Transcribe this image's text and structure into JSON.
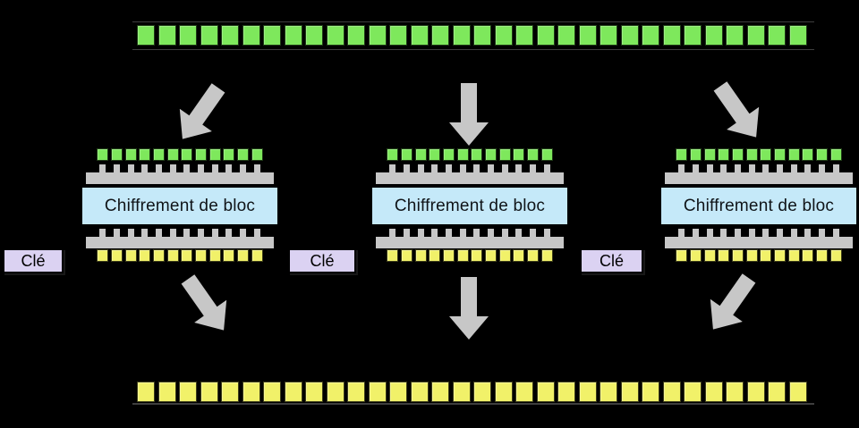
{
  "colors": {
    "background": "#000000",
    "bit_green": "#7EE85C",
    "bit_yellow": "#F1F169",
    "cipher_box_blue": "#C5E9F9",
    "key_box_lavender": "#DBD2F2",
    "connector_gray": "#C7C7C7",
    "strip_line_gray": "#3E3E3E"
  },
  "plaintext_row": {
    "bit_count": 32
  },
  "ciphertext_row": {
    "bit_count": 32
  },
  "blocks": [
    {
      "cipher_label": "Chiffrement de bloc",
      "key_label": "Clé",
      "input_bit_count": 12,
      "output_bit_count": 12,
      "tooth_count": 12
    },
    {
      "cipher_label": "Chiffrement de bloc",
      "key_label": "Clé",
      "input_bit_count": 12,
      "output_bit_count": 12,
      "tooth_count": 12
    },
    {
      "cipher_label": "Chiffrement de bloc",
      "key_label": "Clé",
      "input_bit_count": 12,
      "output_bit_count": 12,
      "tooth_count": 12
    }
  ],
  "arrows": [
    {
      "icon": "arrow-down-left-icon"
    },
    {
      "icon": "arrow-down-icon"
    },
    {
      "icon": "arrow-down-right-icon"
    },
    {
      "icon": "arrow-down-right-icon"
    },
    {
      "icon": "arrow-down-icon"
    },
    {
      "icon": "arrow-down-left-icon"
    }
  ]
}
